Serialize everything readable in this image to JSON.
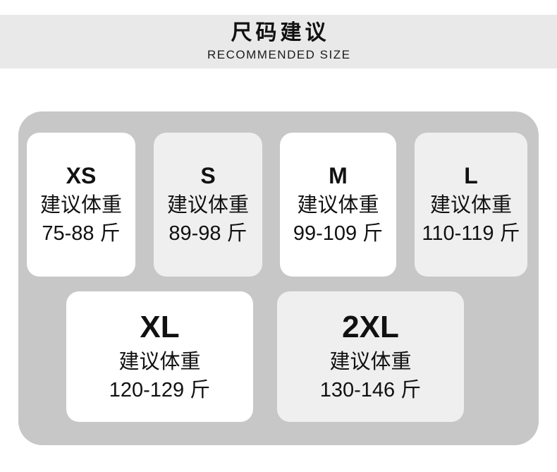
{
  "header": {
    "title": "尺码建议",
    "subtitle": "RECOMMENDED SIZE"
  },
  "size_panel": {
    "cards": [
      {
        "size": "XS",
        "hint": "建议体重",
        "range": "75-88 斤"
      },
      {
        "size": "S",
        "hint": "建议体重",
        "range": "89-98 斤"
      },
      {
        "size": "M",
        "hint": "建议体重",
        "range": "99-109 斤"
      },
      {
        "size": "L",
        "hint": "建议体重",
        "range": "110-119 斤"
      },
      {
        "size": "XL",
        "hint": "建议体重",
        "range": "120-129 斤"
      },
      {
        "size": "2XL",
        "hint": "建议体重",
        "range": "130-146 斤"
      }
    ]
  },
  "colors": {
    "header_band": "#e9e9e9",
    "panel": "#c7c7c7",
    "card_white": "#ffffff",
    "card_tint": "#efefef",
    "text": "#111111"
  }
}
